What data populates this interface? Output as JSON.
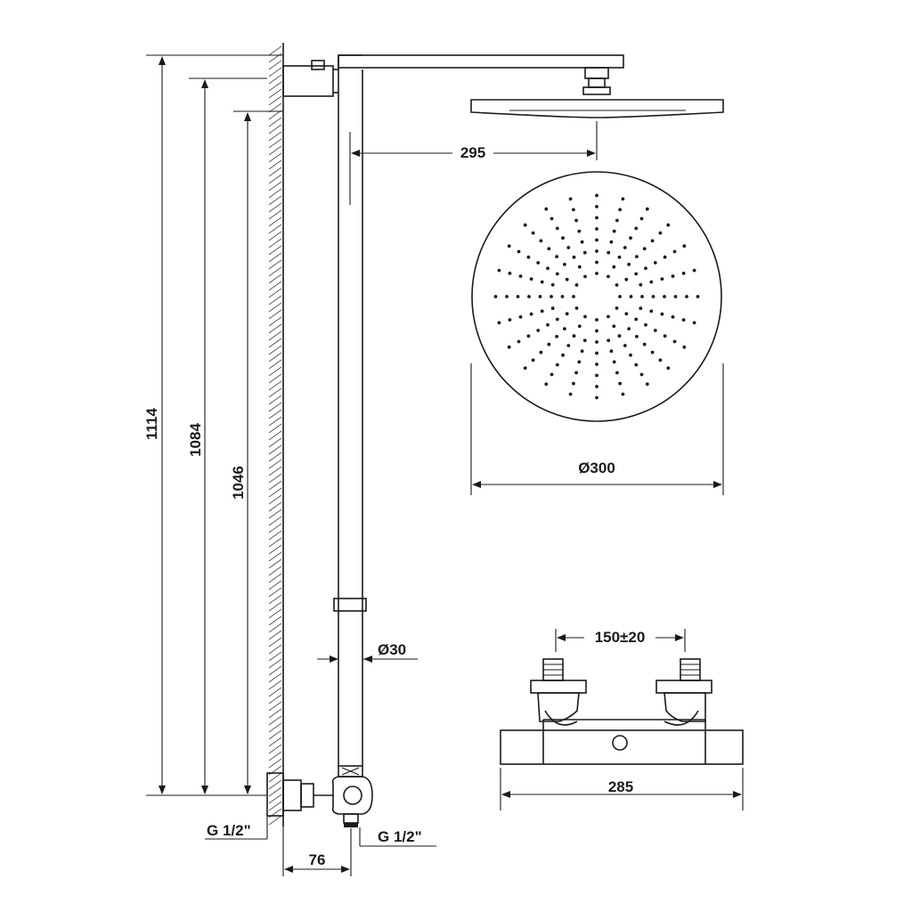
{
  "dimensions": {
    "total_height": "1114",
    "height_2": "1084",
    "height_3": "1046",
    "arm_reach": "295",
    "head_diameter": "Ø300",
    "pipe_diameter": "Ø30",
    "inlet_left": "G 1/2\"",
    "inlet_right": "G 1/2\"",
    "wall_offset": "76",
    "valve_spacing": "150±20",
    "valve_width": "285"
  },
  "colors": {
    "ink": "#1a1a1a",
    "background": "#ffffff"
  }
}
